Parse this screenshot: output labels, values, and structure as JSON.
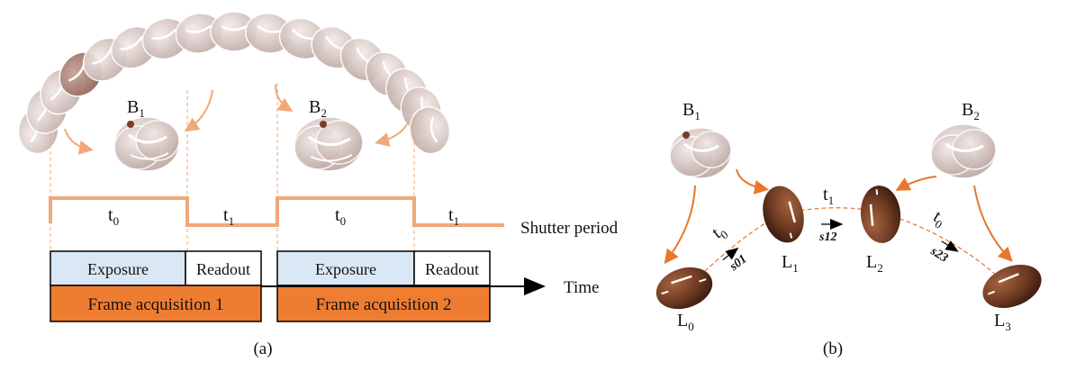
{
  "panel_a": {
    "caption": "(a)",
    "labels": {
      "b1": "B",
      "b1_sub": "1",
      "b2": "B",
      "b2_sub": "2"
    },
    "shutter": {
      "label": "Shutter period",
      "segments": [
        {
          "base": "t",
          "sub": "0"
        },
        {
          "base": "t",
          "sub": "1"
        },
        {
          "base": "t",
          "sub": "0"
        },
        {
          "base": "t",
          "sub": "1"
        }
      ]
    },
    "timeline": {
      "exposure_label": "Exposure",
      "readout_label": "Readout",
      "frame1_label": "Frame acquisition 1",
      "frame2_label": "Frame acquisition 2",
      "time_label": "Time"
    }
  },
  "panel_b": {
    "caption": "(b)",
    "labels": {
      "b1": "B",
      "b1_sub": "1",
      "b2": "B",
      "b2_sub": "2"
    },
    "positions": [
      {
        "base": "L",
        "sub": "0"
      },
      {
        "base": "L",
        "sub": "1"
      },
      {
        "base": "L",
        "sub": "2"
      },
      {
        "base": "L",
        "sub": "3"
      }
    ],
    "times": [
      {
        "base": "t",
        "sub": "0"
      },
      {
        "base": "t",
        "sub": "1"
      },
      {
        "base": "t",
        "sub": "0"
      }
    ],
    "vectors": [
      "s01",
      "s12",
      "s23"
    ]
  },
  "colors": {
    "orange": "#f0a878",
    "orange_dark": "#e8762c",
    "light_blue": "#dae8f5",
    "frame_orange": "#ee7d31",
    "ball_brown": "#6e3a22"
  }
}
